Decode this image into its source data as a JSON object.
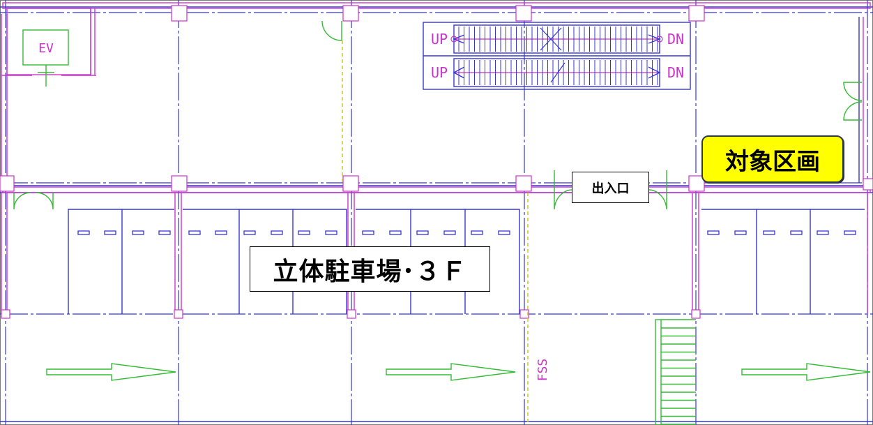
{
  "labels": {
    "title": "立体駐車場･３Ｆ",
    "entrance": "出入口",
    "target_area": "対象区画",
    "elevator": "EV",
    "stair_up_top": "UP",
    "stair_up_bottom": "UP",
    "stair_down_top": "DN",
    "stair_down_bottom": "DN",
    "fire_stair": "FSS"
  },
  "colors": {
    "grid_line": "#3535d6",
    "wall": "#cc33cc",
    "dashed_yellow": "#cccc33",
    "arrow": "#33bb33",
    "door": "#33bb33",
    "highlight": "#ffff00",
    "magenta_text": "#cc33cc"
  },
  "icons": [
    "traffic-arrow-icon",
    "door-swing-icon",
    "escalator-icon",
    "stair-icon"
  ]
}
